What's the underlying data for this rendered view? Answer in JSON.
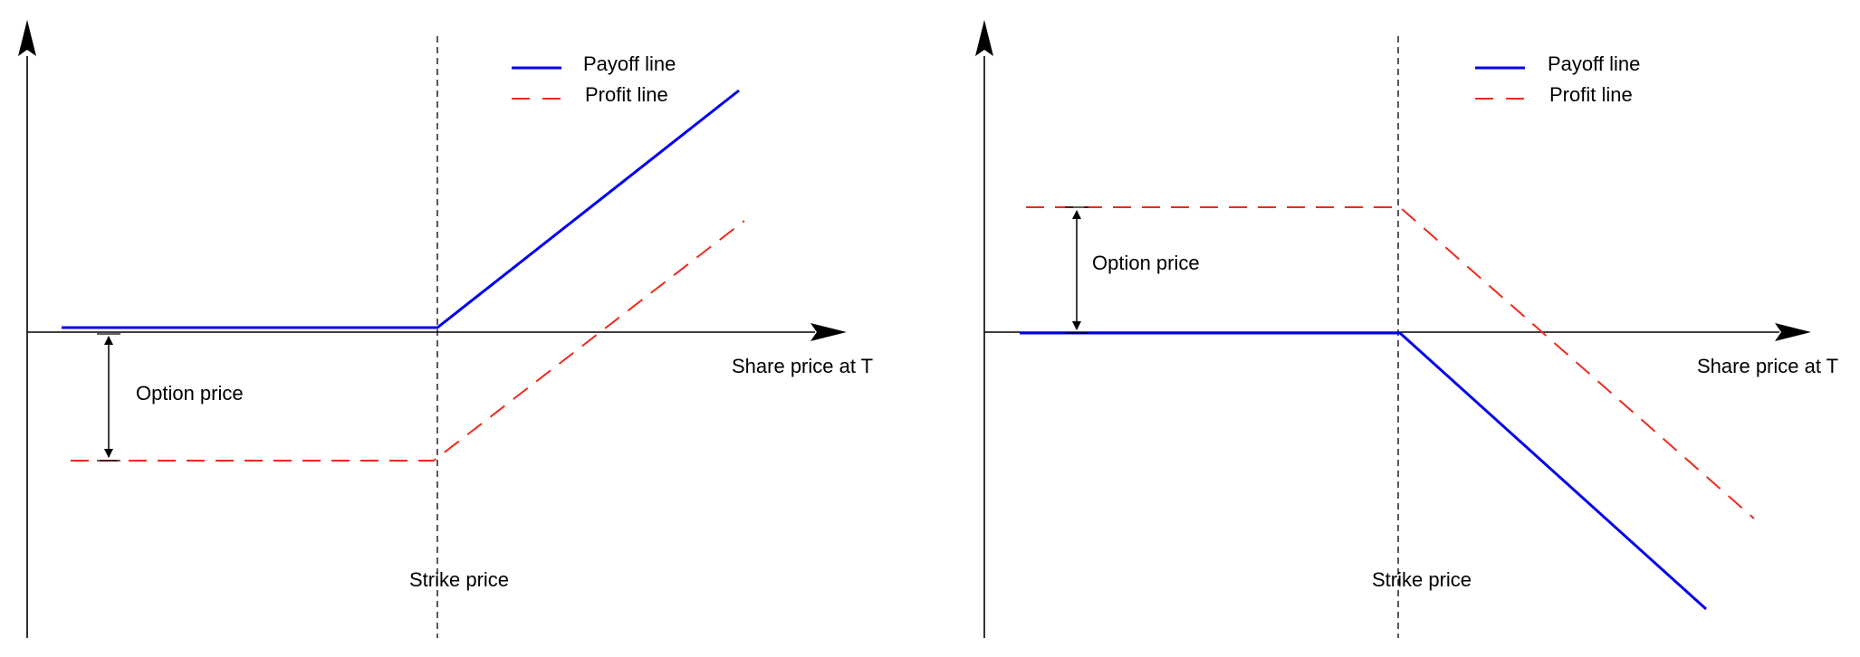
{
  "panels": [
    {
      "id": "long-call",
      "legend": {
        "payoff": "Payoff line",
        "profit": "Profit line"
      },
      "x_axis_label": "Share price at T",
      "strike_label": "Strike price",
      "premium_label": "Option price"
    },
    {
      "id": "short-call",
      "legend": {
        "payoff": "Payoff line",
        "profit": "Profit line"
      },
      "x_axis_label": "Share price at T",
      "strike_label": "Strike price",
      "premium_label": "Option price"
    }
  ],
  "colors": {
    "payoff": "#0000ee",
    "profit": "#ee2a1a",
    "axis": "#000000"
  }
}
